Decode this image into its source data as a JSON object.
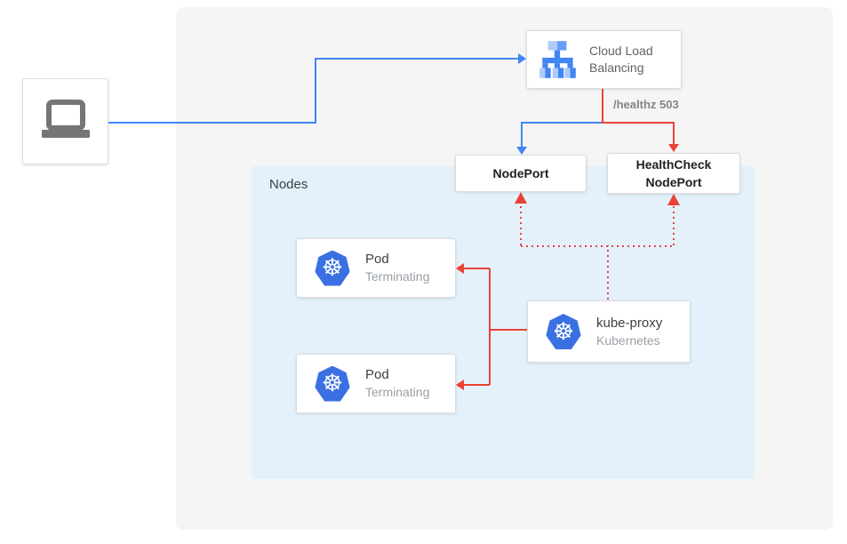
{
  "diagram": {
    "client": {
      "icon": "laptop-icon"
    },
    "load_balancer": {
      "icon": "cloud-load-balancing-icon",
      "label": "Cloud Load Balancing"
    },
    "edges": {
      "healthz_label": "/healthz 503"
    },
    "node_port": {
      "label": "NodePort"
    },
    "health_check_node_port": {
      "label": "HealthCheck NodePort"
    },
    "nodes_group": {
      "label": "Nodes"
    },
    "pod_1": {
      "icon": "kubernetes-icon",
      "title": "Pod",
      "status": "Terminating"
    },
    "pod_2": {
      "icon": "kubernetes-icon",
      "title": "Pod",
      "status": "Terminating"
    },
    "kube_proxy": {
      "icon": "kubernetes-icon",
      "title": "kube-proxy",
      "subtitle": "Kubernetes"
    },
    "colors": {
      "traffic_blue": "#4285f4",
      "health_red": "#ea4335",
      "nodes_bg": "#e4f1fb",
      "canvas_bg": "#f5f5f5",
      "kubernetes_blue": "#3b70e2",
      "laptop_gray": "#757575",
      "muted_text": "#9aa0a6"
    }
  }
}
